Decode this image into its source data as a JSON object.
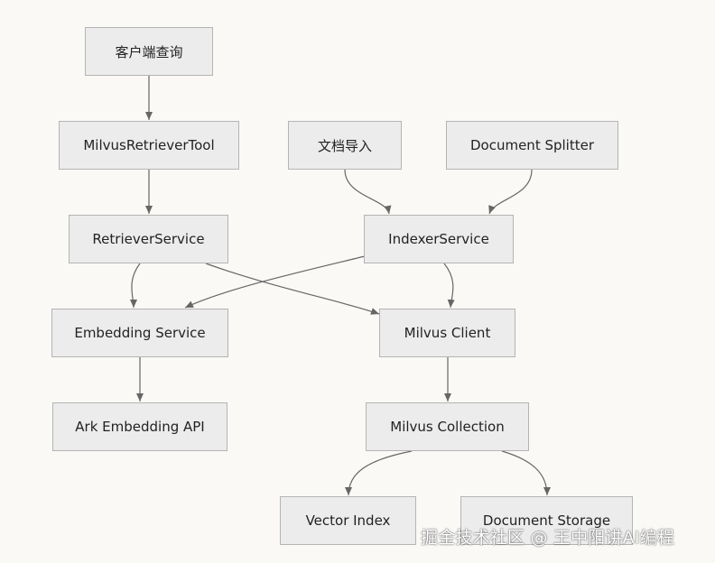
{
  "nodes": {
    "client_query": "客户端查询",
    "milvus_retriever_tool": "MilvusRetrieverTool",
    "doc_import": "文档导入",
    "document_splitter": "Document Splitter",
    "retriever_service": "RetrieverService",
    "indexer_service": "IndexerService",
    "embedding_service": "Embedding Service",
    "milvus_client": "Milvus Client",
    "ark_embedding_api": "Ark Embedding API",
    "milvus_collection": "Milvus Collection",
    "vector_index": "Vector Index",
    "document_storage": "Document Storage"
  },
  "edges": [
    {
      "from": "client_query",
      "to": "milvus_retriever_tool"
    },
    {
      "from": "milvus_retriever_tool",
      "to": "retriever_service"
    },
    {
      "from": "doc_import",
      "to": "indexer_service"
    },
    {
      "from": "document_splitter",
      "to": "indexer_service"
    },
    {
      "from": "retriever_service",
      "to": "embedding_service"
    },
    {
      "from": "retriever_service",
      "to": "milvus_client"
    },
    {
      "from": "indexer_service",
      "to": "embedding_service"
    },
    {
      "from": "indexer_service",
      "to": "milvus_client"
    },
    {
      "from": "embedding_service",
      "to": "ark_embedding_api"
    },
    {
      "from": "milvus_client",
      "to": "milvus_collection"
    },
    {
      "from": "milvus_collection",
      "to": "vector_index"
    },
    {
      "from": "milvus_collection",
      "to": "document_storage"
    }
  ],
  "watermark": "掘金技术社区 @ 王中阳讲AI编程",
  "colors": {
    "background": "#faf9f6",
    "node_fill": "#ececec",
    "node_border": "#b4b4b4",
    "edge": "#666666"
  }
}
